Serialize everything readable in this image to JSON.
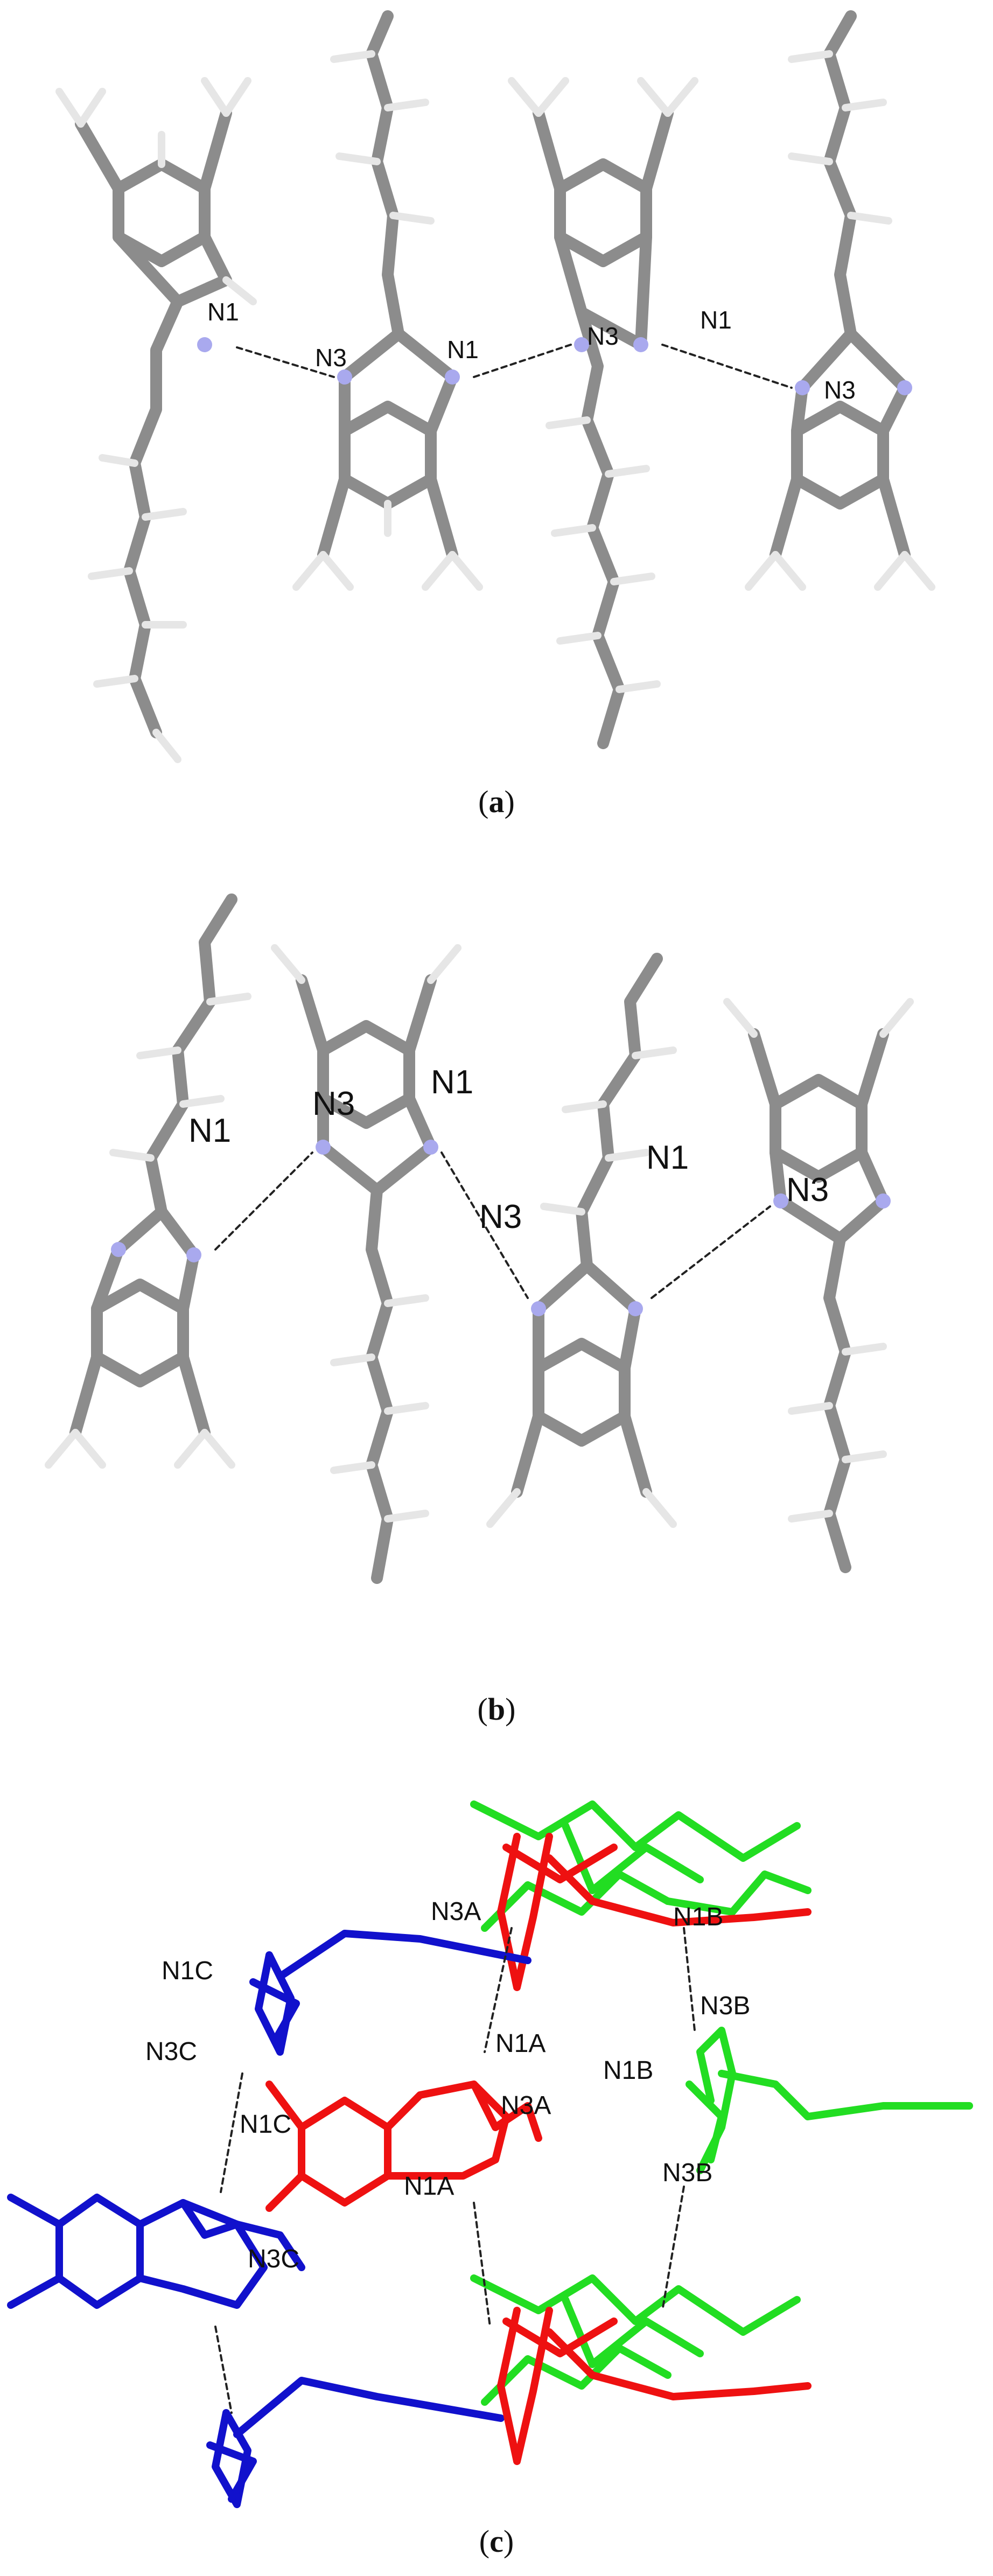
{
  "figure": {
    "panels": [
      {
        "caption_open": "(",
        "caption_letter": "a",
        "caption_close": ")",
        "atom_labels": [
          "N1",
          "N3",
          "N1",
          "N3",
          "N1",
          "N3"
        ]
      },
      {
        "caption_open": "(",
        "caption_letter": "b",
        "caption_close": ")",
        "atom_labels": [
          "N1",
          "N3",
          "N1",
          "N3",
          "N1",
          "N3"
        ]
      },
      {
        "caption_open": "(",
        "caption_letter": "c",
        "caption_close": ")",
        "atom_labels": [
          "N3A",
          "N1B",
          "N1C",
          "N1A",
          "N3B",
          "N3C",
          "N1B",
          "N3A",
          "N1C",
          "N1A",
          "N3B",
          "N3C"
        ]
      }
    ]
  },
  "colors": {
    "carbon": "#8c8c8c",
    "hydrogen": "#e6e6e6",
    "nitrogen": "#a9a9ee",
    "chain_red": "#ee1111",
    "chain_green": "#22dd22",
    "chain_blue": "#1111cc"
  }
}
